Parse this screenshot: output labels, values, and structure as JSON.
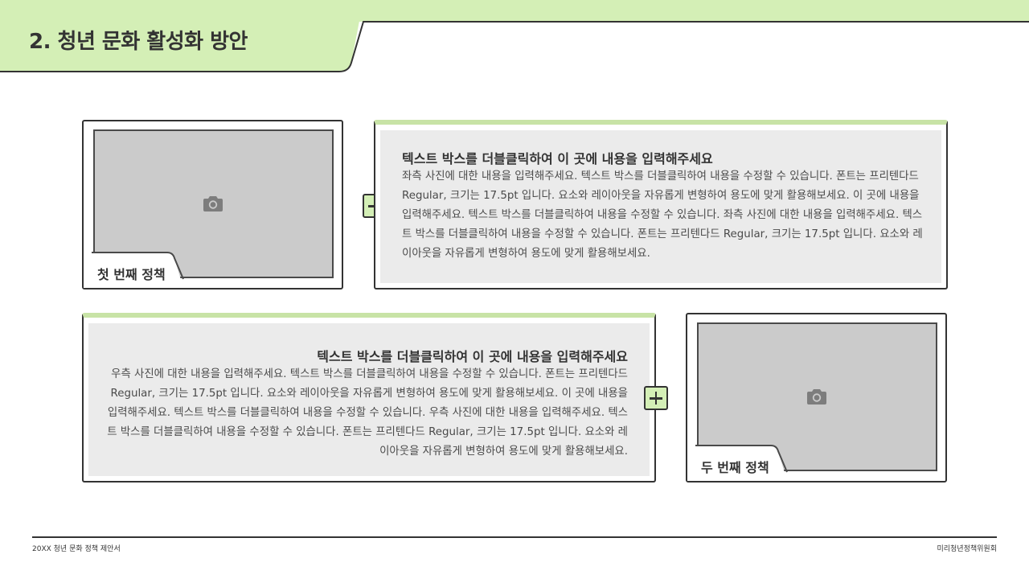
{
  "header": {
    "title": "2. 청년 문화 활성화 방안",
    "accent_color": "#d4efb6"
  },
  "policies": [
    {
      "caption": "첫 번째 정책",
      "photo_icon": "camera-icon",
      "heading": "텍스트 박스를 더블클릭하여 이 곳에 내용을 입력해주세요",
      "body": "좌측 사진에 대한 내용을 입력해주세요. 텍스트 박스를 더블클릭하여 내용을 수정할 수 있습니다. 폰트는 프리텐다드 Regular, 크기는 17.5pt 입니다. 요소와 레이아웃을 자유롭게 변형하여 용도에 맞게 활용해보세요. 이 곳에 내용을 입력해주세요. 텍스트 박스를 더블클릭하여 내용을 수정할 수 있습니다. 좌측 사진에 대한 내용을 입력해주세요. 텍스트 박스를 더블클릭하여 내용을 수정할 수 있습니다. 폰트는 프리텐다드 Regular, 크기는 17.5pt 입니다. 요소와 레이아웃을 자유롭게 변형하여 용도에 맞게 활용해보세요."
    },
    {
      "caption": "두 번째 정책",
      "photo_icon": "camera-icon",
      "heading": "텍스트 박스를 더블클릭하여 이 곳에 내용을 입력해주세요",
      "body": "우측 사진에 대한 내용을 입력해주세요. 텍스트 박스를 더블클릭하여 내용을 수정할 수 있습니다. 폰트는 프리텐다드 Regular, 크기는 17.5pt 입니다. 요소와 레이아웃을 자유롭게 변형하여 용도에 맞게 활용해보세요. 이 곳에 내용을 입력해주세요. 텍스트 박스를 더블클릭하여 내용을 수정할 수 있습니다. 우측 사진에 대한 내용을 입력해주세요. 텍스트 박스를 더블클릭하여 내용을 수정할 수 있습니다. 폰트는 프리텐다드 Regular, 크기는 17.5pt 입니다. 요소와 레이아웃을 자유롭게 변형하여 용도에 맞게 활용해보세요."
    }
  ],
  "footer": {
    "left": "20XX 청년 문화 정책 제안서",
    "right": "미리청년정책위원회"
  }
}
